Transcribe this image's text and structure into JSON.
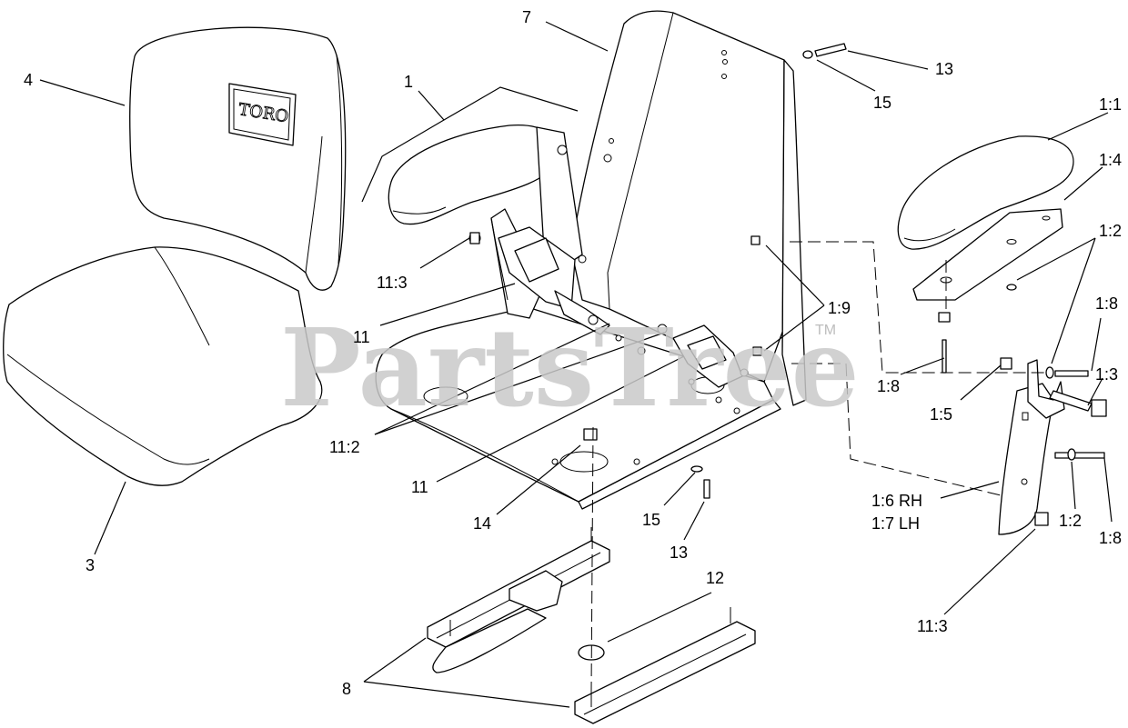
{
  "watermark": {
    "text": "PartsTree",
    "tm": "TM"
  },
  "logo": {
    "text": "TORO"
  },
  "callouts": [
    {
      "id": "c-4",
      "text": "4"
    },
    {
      "id": "c-7",
      "text": "7"
    },
    {
      "id": "c-1",
      "text": "1"
    },
    {
      "id": "c-13-top",
      "text": "13"
    },
    {
      "id": "c-15-top",
      "text": "15"
    },
    {
      "id": "c-1-1",
      "text": "1:1"
    },
    {
      "id": "c-1-4",
      "text": "1:4"
    },
    {
      "id": "c-1-2-top",
      "text": "1:2"
    },
    {
      "id": "c-11-3-left",
      "text": "11:3"
    },
    {
      "id": "c-1-9",
      "text": "1:9"
    },
    {
      "id": "c-1-8-right",
      "text": "1:8"
    },
    {
      "id": "c-11-left",
      "text": "11"
    },
    {
      "id": "c-1-8-left",
      "text": "1:8"
    },
    {
      "id": "c-1-5",
      "text": "1:5"
    },
    {
      "id": "c-1-3",
      "text": "1:3"
    },
    {
      "id": "c-11-2",
      "text": "11:2"
    },
    {
      "id": "c-11-mid",
      "text": "11"
    },
    {
      "id": "c-1-6",
      "text": "1:6 RH"
    },
    {
      "id": "c-1-7",
      "text": "1:7 LH"
    },
    {
      "id": "c-1-2-bottom",
      "text": "1:2"
    },
    {
      "id": "c-1-8-bottom",
      "text": "1:8"
    },
    {
      "id": "c-14",
      "text": "14"
    },
    {
      "id": "c-15-bottom",
      "text": "15"
    },
    {
      "id": "c-3",
      "text": "3"
    },
    {
      "id": "c-13-bottom",
      "text": "13"
    },
    {
      "id": "c-12",
      "text": "12"
    },
    {
      "id": "c-11-3-right",
      "text": "11:3"
    },
    {
      "id": "c-8",
      "text": "8"
    }
  ]
}
